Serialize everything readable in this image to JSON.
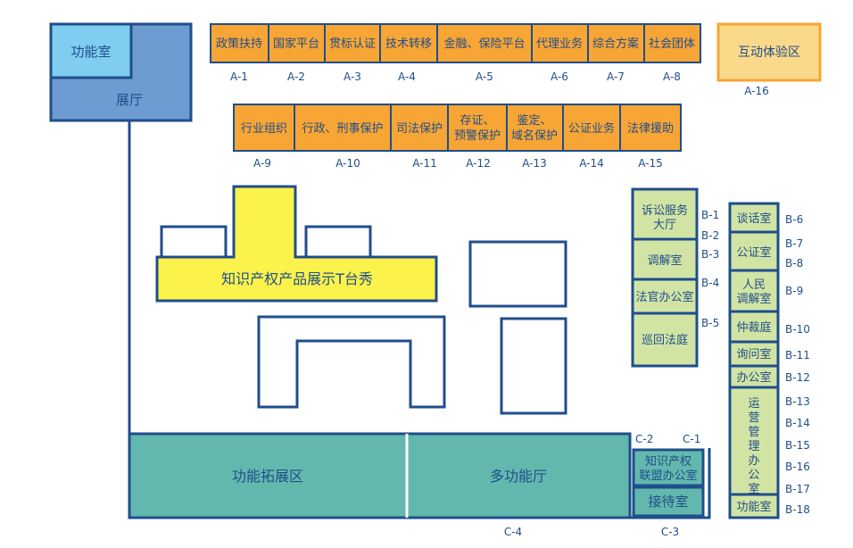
{
  "colors": {
    "border": "#1f4e8c",
    "orange": "#f7a535",
    "orange_light": "#fbd98a",
    "light_blue": "#7fcdef",
    "mid_blue": "#6f9bd3",
    "yellow": "#fbf24b",
    "green": "#d2e4a4",
    "teal": "#62b8ad",
    "white": "#ffffff"
  },
  "top_left": {
    "function_room": "功能室",
    "hall": "展厅"
  },
  "row_a1": [
    {
      "label": "政策扶持",
      "code": "A-1"
    },
    {
      "label": "国家平台",
      "code": "A-2"
    },
    {
      "label": "贯标认证",
      "code": "A-3"
    },
    {
      "label": "技术转移",
      "code": "A-4"
    },
    {
      "label": "金融、保险平台",
      "code": "A-5"
    },
    {
      "label": "代理业务",
      "code": "A-6"
    },
    {
      "label": "综合方案",
      "code": "A-7"
    },
    {
      "label": "社会团体",
      "code": "A-8"
    }
  ],
  "a16": {
    "label": "互动体验区",
    "code": "A-16"
  },
  "row_a2": [
    {
      "label": "行业组织",
      "code": "A-9"
    },
    {
      "label": "行政、刑事保护",
      "code": "A-10"
    },
    {
      "label": "司法保护",
      "code": "A-11"
    },
    {
      "label_1": "存证、",
      "label_2": "预警保护",
      "code": "A-12"
    },
    {
      "label_1": "鉴定、",
      "label_2": "域名保护",
      "code": "A-13"
    },
    {
      "label": "公证业务",
      "code": "A-14"
    },
    {
      "label": "法律援助",
      "code": "A-15"
    }
  ],
  "t_stage": "知识产权产品展示T台秀",
  "b_left": {
    "rooms": [
      {
        "label_1": "诉讼服务",
        "label_2": "大厅"
      },
      {
        "label": "调解室"
      },
      {
        "label": "法官办公室"
      },
      {
        "label": "巡回法庭"
      }
    ],
    "codes": [
      "B-1",
      "B-2",
      "B-3",
      "B-4",
      "B-5"
    ]
  },
  "b_right": {
    "rooms": [
      {
        "label": "谈话室"
      },
      {
        "label": "公证室"
      },
      {
        "label_1": "人民",
        "label_2": "调解室"
      },
      {
        "label": "仲裁庭"
      },
      {
        "label": "询问室"
      },
      {
        "label": "办公室"
      },
      {
        "chars": [
          "运",
          "营",
          "管",
          "理",
          "办",
          "公",
          "室"
        ]
      },
      {
        "label": "功能室"
      }
    ],
    "codes": [
      "B-6",
      "B-7",
      "B-8",
      "B-9",
      "B-10",
      "B-11",
      "B-12",
      "B-13",
      "B-14",
      "B-15",
      "B-16",
      "B-17",
      "B-18"
    ]
  },
  "bottom": {
    "expansion": "功能拓展区",
    "multi_hall": "多功能厅",
    "alliance_1": "知识产权",
    "alliance_2": "联盟办公室",
    "reception": "接待室",
    "codes": {
      "c1": "C-1",
      "c2": "C-2",
      "c3": "C-3",
      "c4": "C-4"
    }
  }
}
